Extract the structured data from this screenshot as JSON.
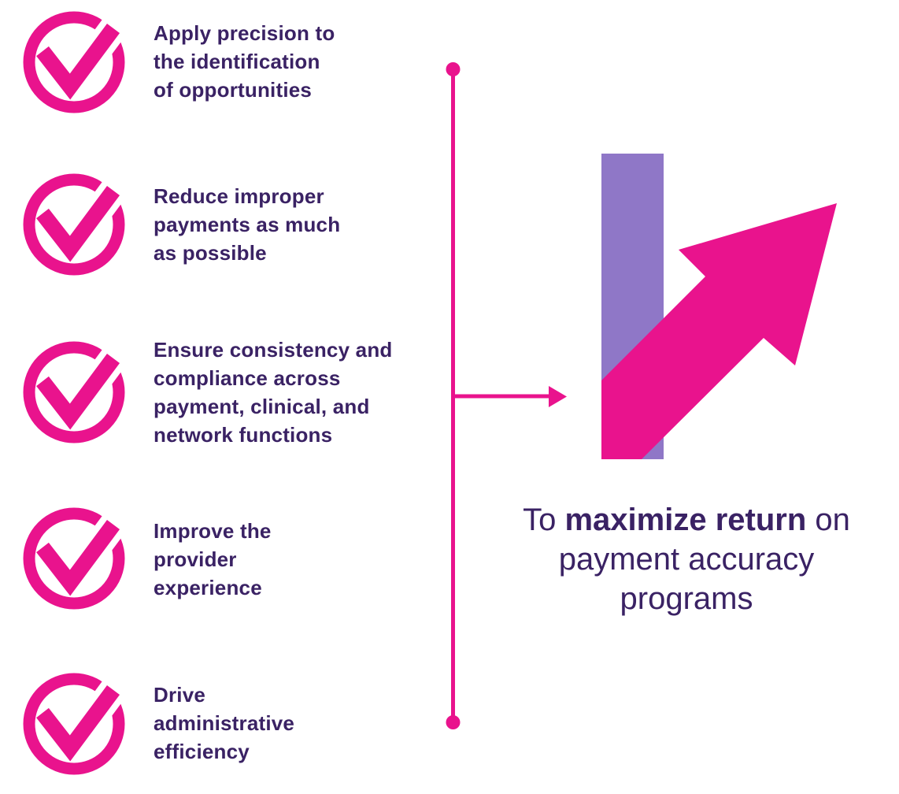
{
  "colors": {
    "pink": "#E9138D",
    "bar_purple": "#8F77C7",
    "text_purple": "#3A2264",
    "background": "#FFFFFF"
  },
  "checklist": {
    "items": [
      {
        "text": "Apply precision to\nthe identification\nof opportunities"
      },
      {
        "text": "Reduce improper\npayments as much\nas possible"
      },
      {
        "text": "Ensure consistency and\ncompliance across\npayment, clinical, and\nnetwork functions"
      },
      {
        "text": "Improve the\nprovider\nexperience"
      },
      {
        "text": "Drive\nadministrative\nefficiency"
      }
    ]
  },
  "headline": {
    "prefix": "To ",
    "bold": "maximize return",
    "suffix": " on",
    "line2": "payment accuracy",
    "line3": "programs"
  },
  "icons": {
    "bullet": "check-circle-icon",
    "connector": "right-arrow-icon",
    "growth": "up-right-arrow-icon"
  }
}
